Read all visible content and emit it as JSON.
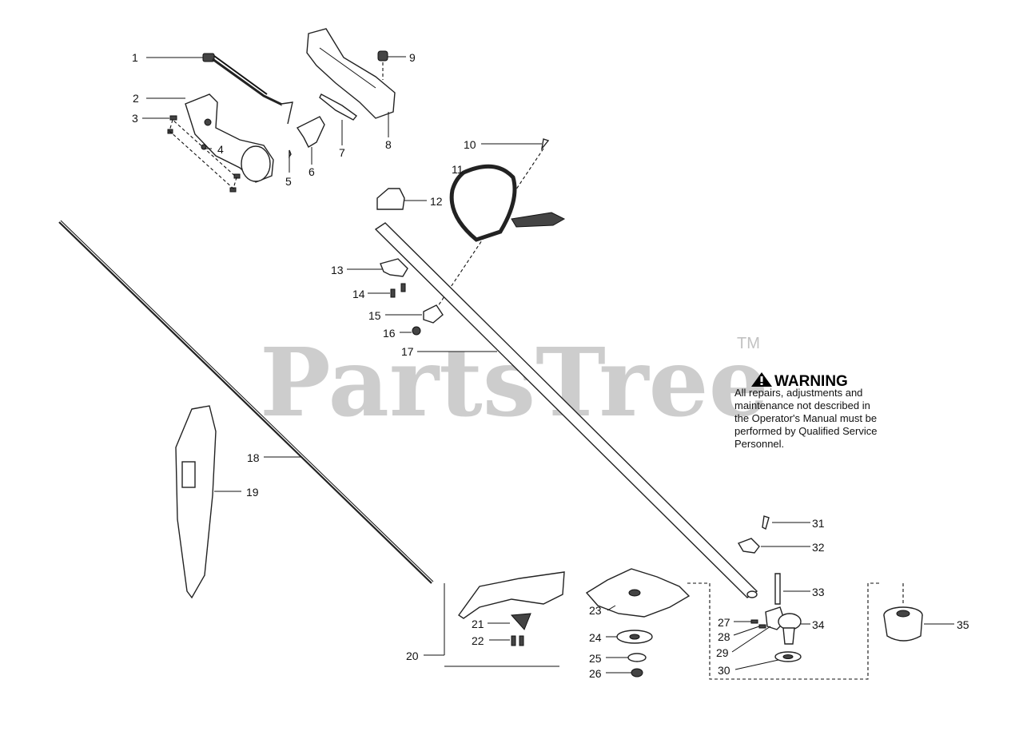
{
  "watermark": {
    "brand": "PartsTree",
    "trademark": "TM"
  },
  "warning": {
    "title": "WARNING",
    "lines": [
      "All repairs, adjustments and",
      "maintenance not described in",
      "the Operator's Manual must be",
      "performed by Qualified Service",
      "Personnel."
    ]
  },
  "callouts": {
    "c1": "1",
    "c2": "2",
    "c3": "3",
    "c4": "4",
    "c5": "5",
    "c6": "6",
    "c7": "7",
    "c8": "8",
    "c9": "9",
    "c10": "10",
    "c11": "11",
    "c12": "12",
    "c13": "13",
    "c14": "14",
    "c15": "15",
    "c16": "16",
    "c17": "17",
    "c18": "18",
    "c19": "19",
    "c20": "20",
    "c21": "21",
    "c22": "22",
    "c23": "23",
    "c24": "24",
    "c25": "25",
    "c26": "26",
    "c27": "27",
    "c28": "28",
    "c29": "29",
    "c30": "30",
    "c31": "31",
    "c32": "32",
    "c33": "33",
    "c34": "34",
    "c35": "35"
  }
}
